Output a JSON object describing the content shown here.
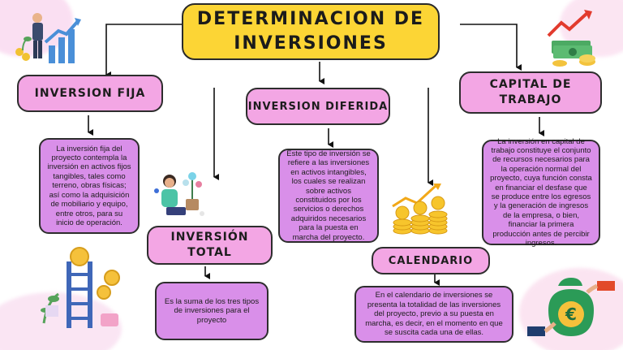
{
  "title": "DETERMINACION DE INVERSIONES",
  "nodes": {
    "fija": {
      "label": "INVERSION FIJA",
      "text": "La inversión fija del proyecto contempla la inversión en activos fijos tangibles, tales como terreno, obras físicas; así como la adquisición de mobiliario y equipo, entre otros, para su inicio de operación."
    },
    "diferida": {
      "label": "INVERSION DIFERIDA",
      "text": "Este tipo de inversión se refiere a las inversiones en activos intangibles, los cuales se realizan sobre activos constituidos por los servicios o derechos adquiridos necesarios para la puesta en marcha del proyecto."
    },
    "capital": {
      "label": "CAPITAL DE TRABAJO",
      "text": "La inversión en capital de trabajo constituye el conjunto de recursos necesarios para la operación normal del proyecto, cuya función consta en financiar el desfase que se produce entre los egresos y la generación de ingresos de la empresa, o bien, financiar la primera producción antes de percibir ingresos."
    },
    "total": {
      "label": "INVERSIÓN TOTAL",
      "text": "Es la suma de los tres tipos de inversiones para el proyecto"
    },
    "calendario": {
      "label": "CALENDARIO",
      "text": "En el calendario de inversiones se presenta la totalidad de las inversiones del proyecto, previo a su puesta en marcha, es decir, en el momento en que se suscita cada una de ellas."
    }
  },
  "colors": {
    "title_fill": "#fcd535",
    "pill_fill": "#f3a6e4",
    "box_fill": "#d98fe9",
    "outline": "#2d2d2d"
  },
  "icons": [
    "businessman-growth-icon",
    "money-growth-icon",
    "person-plant-icon",
    "coins-chart-icon",
    "money-ladder-icon",
    "euro-bag-icon"
  ]
}
